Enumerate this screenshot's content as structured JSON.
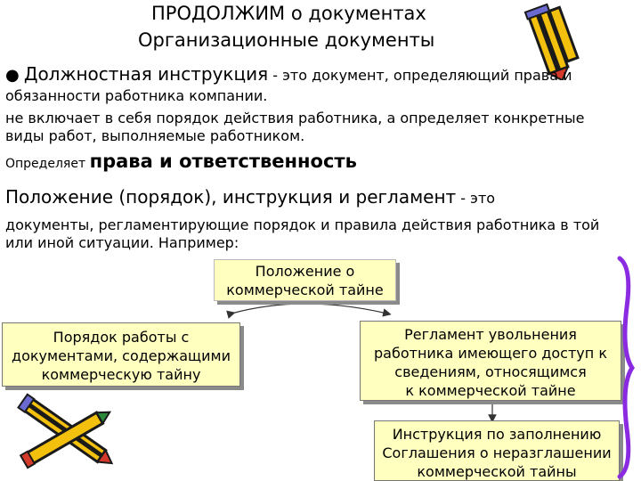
{
  "slide": {
    "title": "ПРОДОЛЖИМ о документах",
    "subtitle": "Организационные документы",
    "bullet_term": "Должностная инструкция",
    "bullet_rest": " - это документ, определяющий права и",
    "line2": "обязанности работника компании.",
    "line3": "не включает в себя порядок действия работника, а определяет конкретные",
    "line4": "виды работ, выполняемые работником.",
    "defines_prefix": "Определяет ",
    "defines_big": "права и ответственность",
    "section_heading": "Положение (порядок), инструкция и регламент",
    "section_heading_rest": " - это",
    "section_line1": "документы, регламентирующие порядок и правила действия работника в той",
    "section_line2": "или иной ситуации. Например:"
  },
  "diagram": {
    "center": [
      "Положение о",
      "коммерческой тайне"
    ],
    "left": [
      "Порядок работы с",
      "документами, содержащими",
      "коммерческую тайну"
    ],
    "right": [
      "Регламент увольнения",
      "работника имеющего доступ к",
      "сведениям, относящимся",
      "к коммерческой тайне"
    ],
    "bottom": [
      "Инструкция по заполнению",
      "Соглашения о неразглашении",
      "коммерческой тайны"
    ]
  },
  "decor": {
    "pencil_colors": [
      "#f3c10d",
      "#1a1a1a",
      "#d43a2a",
      "#6a6ad0"
    ],
    "bracket_color": "#8a2be2"
  }
}
